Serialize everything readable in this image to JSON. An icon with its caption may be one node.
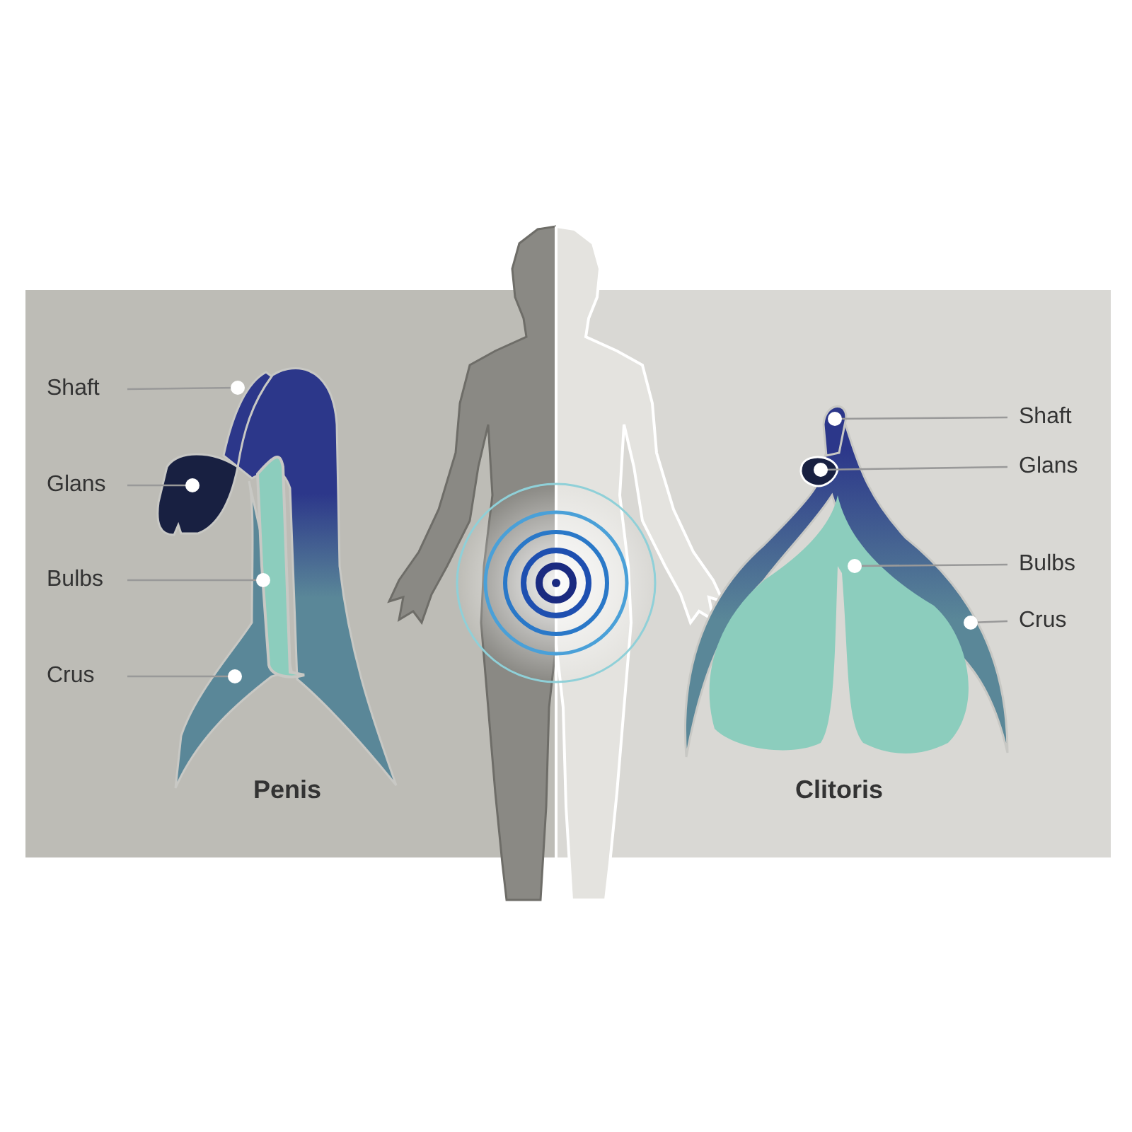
{
  "diagram": {
    "nodes": [
      {
        "text": [
          "Shaft"
        ]
      },
      {
        "text": [
          "Glans"
        ]
      },
      {
        "text": [
          "Bulbs"
        ]
      },
      {
        "text": [
          "Crus"
        ]
      },
      {
        "text": [
          "Shaft"
        ]
      },
      {
        "text": [
          "Glans"
        ]
      },
      {
        "text": [
          "Bulbs"
        ]
      },
      {
        "text": [
          "Crus"
        ]
      }
    ],
    "edges": [
      {
        "from": 0,
        "to": null,
        "arrow": "other"
      },
      {
        "from": 1,
        "to": null,
        "arrow": "other"
      },
      {
        "from": 2,
        "to": null,
        "arrow": "other"
      },
      {
        "from": 3,
        "to": null,
        "arrow": "other"
      },
      {
        "from": 4,
        "to": null,
        "arrow": "other"
      },
      {
        "from": 5,
        "to": null,
        "arrow": "other"
      },
      {
        "from": 6,
        "to": null,
        "arrow": "other"
      },
      {
        "from": 7,
        "to": null,
        "arrow": "other"
      }
    ],
    "labels": [
      "Penis",
      "Clitoris"
    ]
  }
}
